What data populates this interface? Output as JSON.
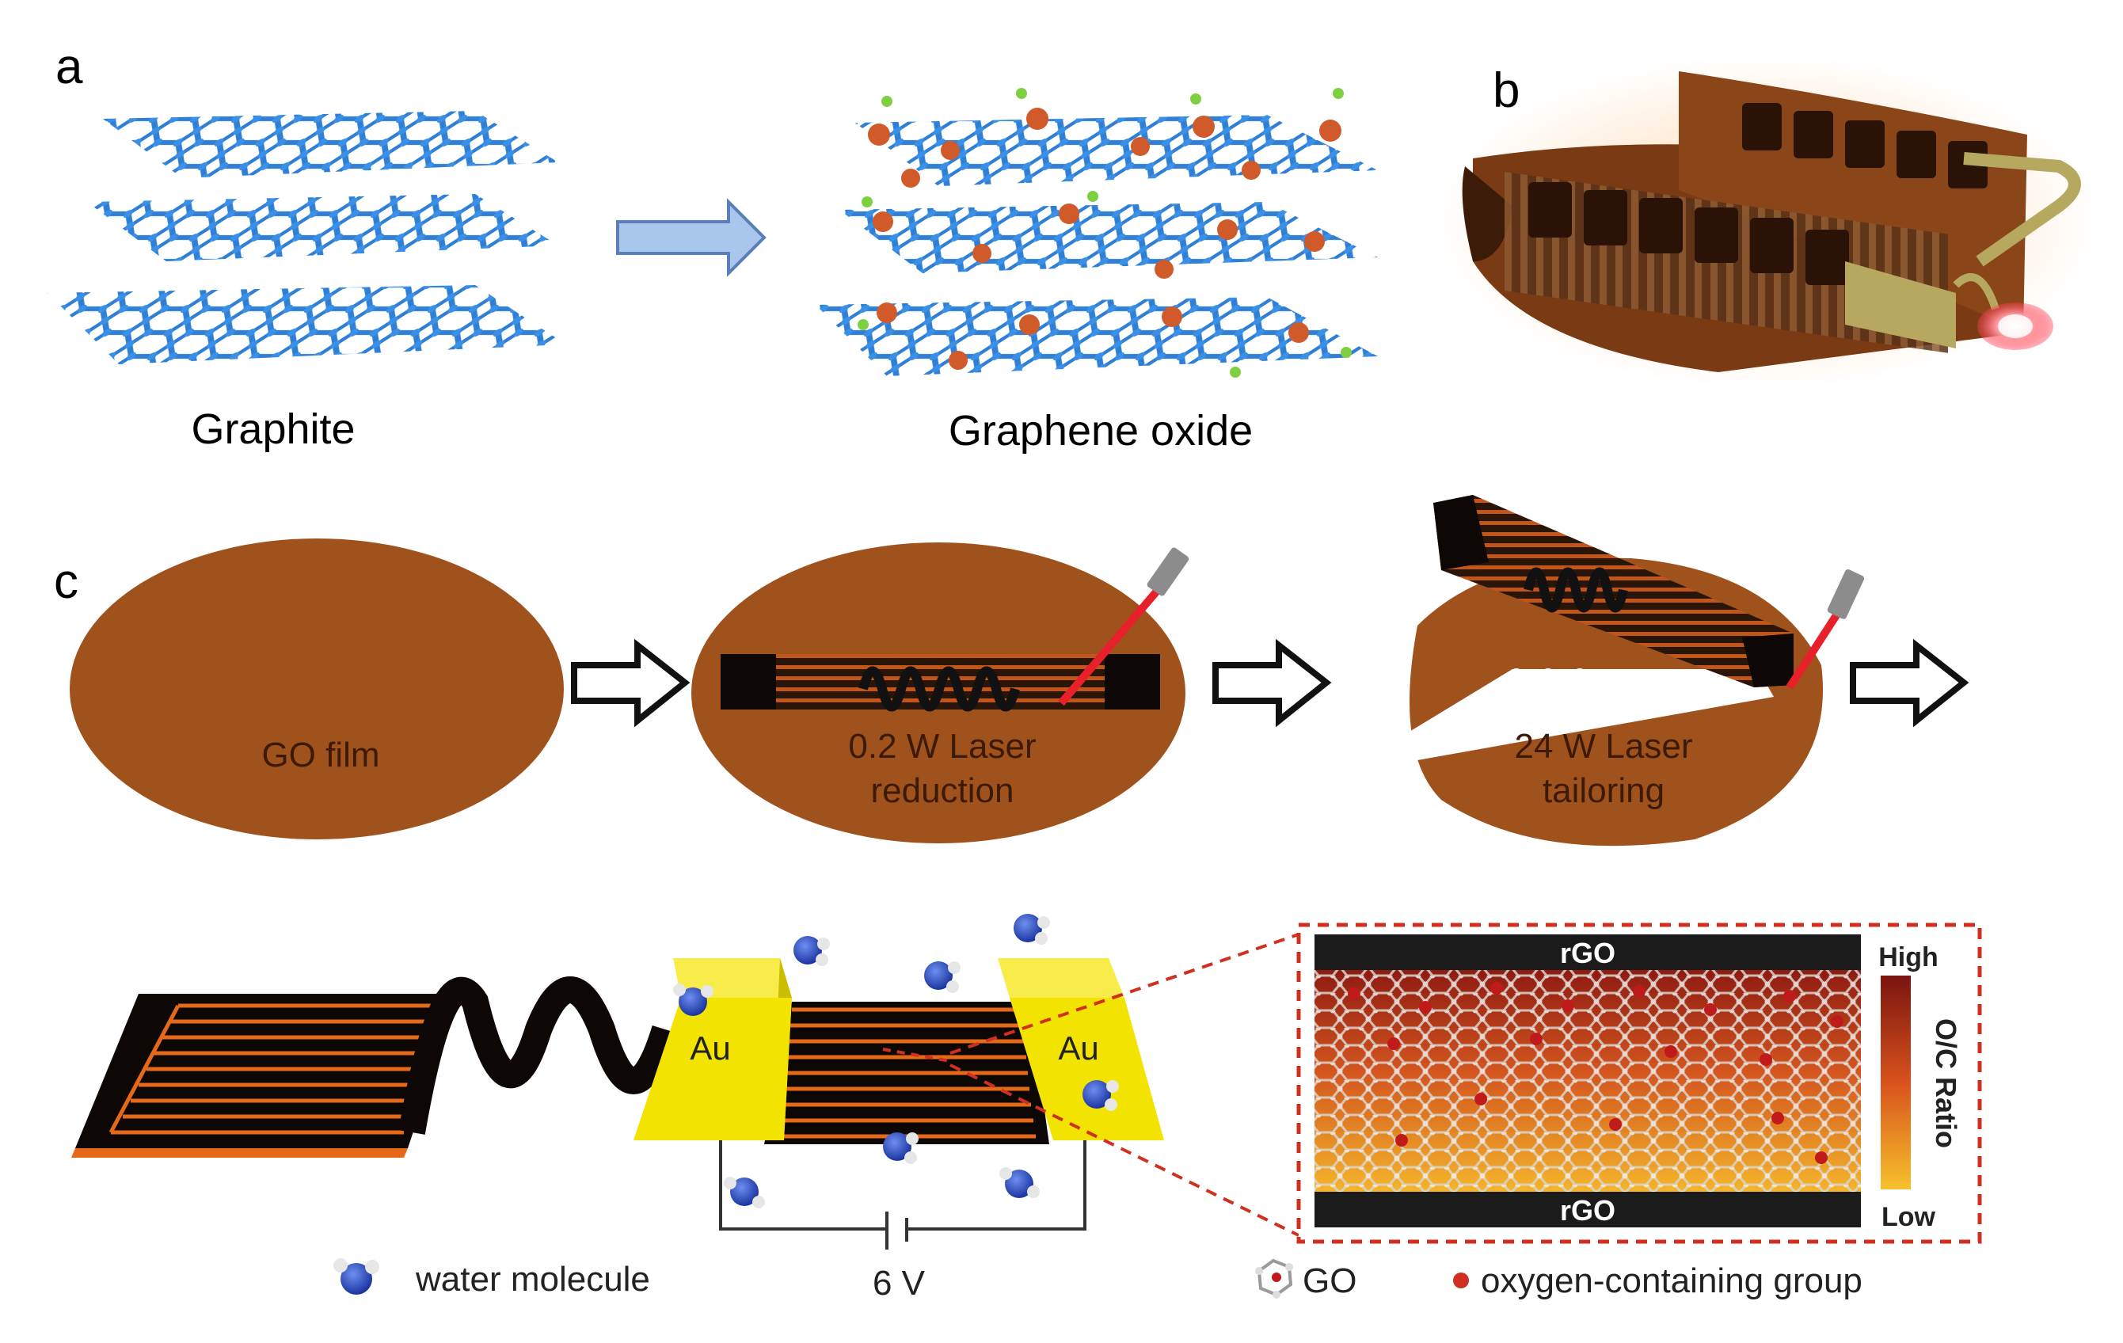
{
  "panels": {
    "a": {
      "label": "a",
      "left_caption": "Graphite",
      "right_caption": "Graphene oxide"
    },
    "b": {
      "label": "b"
    },
    "c": {
      "label": "c",
      "steps": [
        {
          "line1": "GO film",
          "line2": ""
        },
        {
          "line1": "0.2 W Laser",
          "line2": "reduction"
        },
        {
          "line1": "24 W Laser",
          "line2": "tailoring"
        }
      ],
      "electrode_left": "Au",
      "electrode_right": "Au",
      "voltage": "6 V",
      "inset": {
        "top_label": "rGO",
        "bottom_label": "rGO",
        "scale_high": "High",
        "scale_low": "Low",
        "scale_title": "O/C Ratio"
      },
      "legend": {
        "water": "water molecule",
        "go": "GO",
        "oxygen": "oxygen-containing group"
      }
    }
  },
  "colors": {
    "lattice_blue": "#2f7fd6",
    "go_brown": "#a0521d",
    "gold": "#f2e400",
    "oxygen_red": "#d03020",
    "hydroxyl_green": "#7fd040",
    "arrow_fill": "#a9c7ec",
    "laser_red": "#e8202a"
  }
}
